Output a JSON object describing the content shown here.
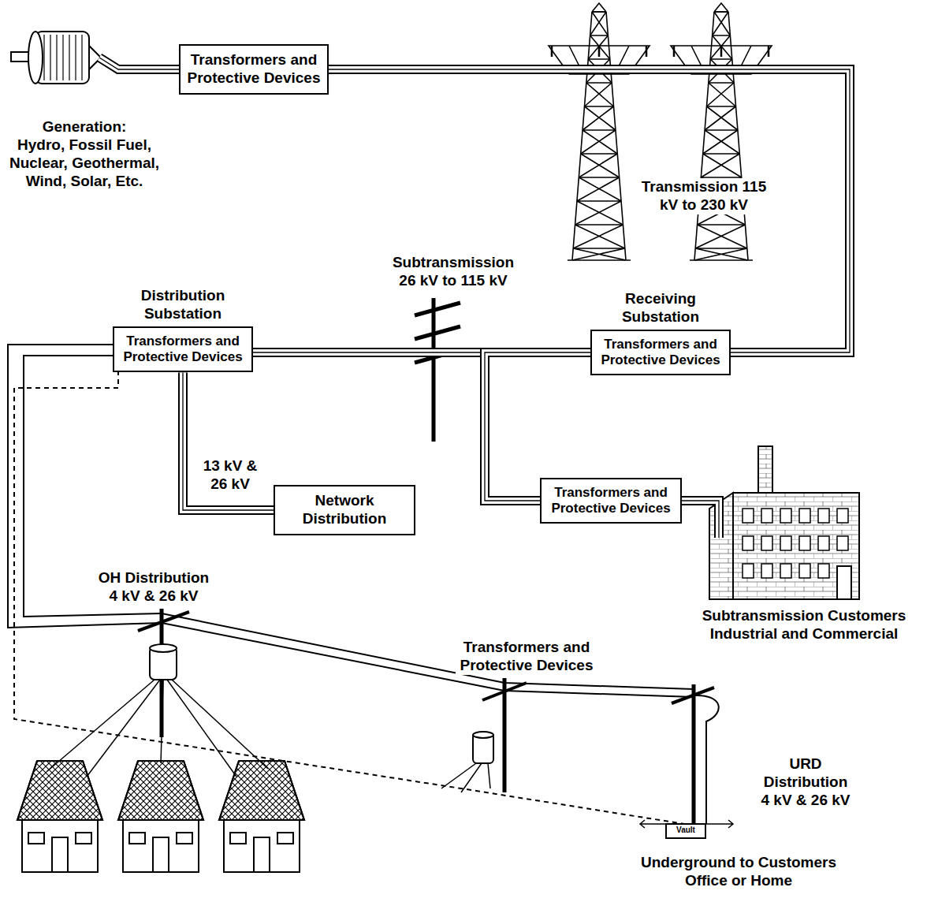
{
  "diagram": {
    "nodes": [
      {
        "text": [
          "Transformers and Protective Devices"
        ]
      },
      {
        "text": [
          "Distribution Substation",
          "Transformers and Protective Devices"
        ]
      },
      {
        "text": [
          "Receiving Substation",
          "Transformers and Protective Devices"
        ]
      },
      {
        "text": [
          "Network Distribution"
        ]
      },
      {
        "text": [
          "Transformers and Protective Devices"
        ]
      }
    ],
    "edges": [
      {
        "from": 0,
        "to": 2,
        "arrow": "none"
      },
      {
        "from": 2,
        "to": 1,
        "arrow": "none"
      },
      {
        "from": 1,
        "to": 3,
        "arrow": "none"
      },
      {
        "from": 2,
        "to": 4,
        "arrow": "none"
      }
    ],
    "labels": [
      "Generation:",
      "Hydro, Fossil Fuel, Nuclear, Geothermal, Wind, Solar, Etc.",
      "Transmission 115 kV to 230 kV",
      "Subtransmission 26 kV to 115 kV",
      "13 kV & 26 kV",
      "Subtransmission Customers Industrial and Commercial",
      "OH Distribution 4 kV & 26 kV",
      "Transformers and Protective Devices",
      "URD Distribution 4 kV & 26 kV",
      "Vault",
      "Underground to Customers Office or Home"
    ]
  }
}
